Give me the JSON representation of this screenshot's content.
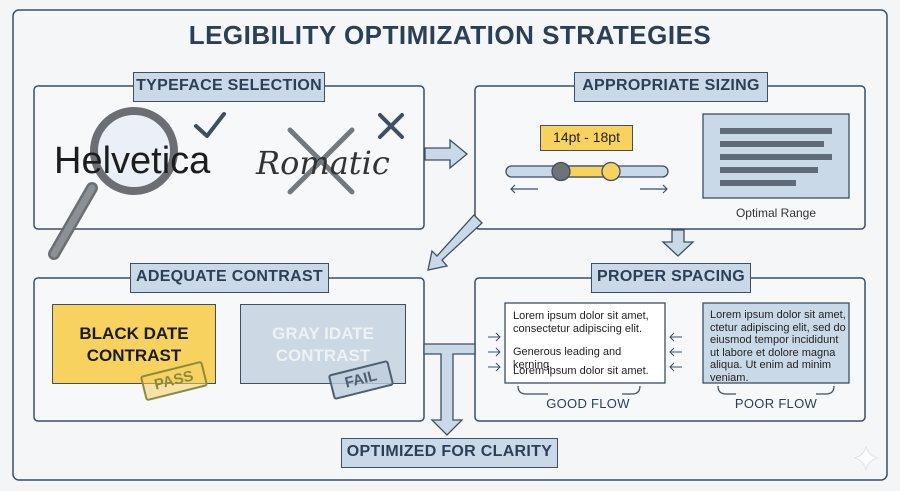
{
  "title": "LEGIBILITY OPTIMIZATION STRATEGIES",
  "panels": {
    "typeface": {
      "label": "TYPEFACE SELECTION",
      "good_font": "Helvetica",
      "bad_font": "Romatic"
    },
    "sizing": {
      "label": "APPROPRIATE SIZING",
      "size_badge": "14pt - 18pt",
      "caption": "Optimal Range"
    },
    "contrast": {
      "label": "ADEQUATE CONTRAST",
      "good_card": "BLACK DATE CONTRAST",
      "bad_card": "GRAY IDATE CONTRAST",
      "pass_stamp": "PASS",
      "fail_stamp": "FAIL"
    },
    "spacing": {
      "label": "PROPER SPACING",
      "good_lines": [
        "Lorem ipsum dolor sit amet, consectetur adipiscing elit.",
        "Generous leading and kerning.",
        "Lorem ipsum dolor sit amet."
      ],
      "poor_text": "Lorem ipsum dolor sit amet, ctetur adipiscing elit, sed do eiusmod tempor incididunt ut labore et dolore magna aliqua. Ut enim ad minim veniam.",
      "good_label": "GOOD FLOW",
      "poor_label": "POOR FLOW"
    }
  },
  "result": "OPTIMIZED FOR CLARITY",
  "colors": {
    "accent_yellow": "#f7d25e",
    "tag_blue": "#cad9e8",
    "ink": "#2b3f55",
    "gray_card": "#ccd8e3"
  }
}
